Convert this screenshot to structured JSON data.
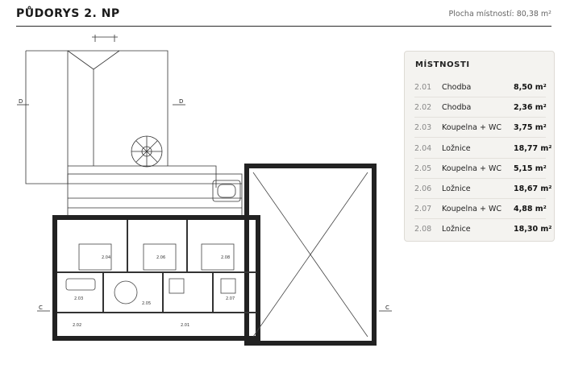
{
  "header": {
    "title": "PŮDORYS 2. NP",
    "area_summary": "Plocha místností: 80,38 m²"
  },
  "panel": {
    "title": "MÍSTNOSTI",
    "rooms": [
      {
        "num": "2.01",
        "name": "Chodba",
        "area": "8,50 m²"
      },
      {
        "num": "2.02",
        "name": "Chodba",
        "area": "2,36 m²"
      },
      {
        "num": "2.03",
        "name": "Koupelna + WC",
        "area": "3,75 m²"
      },
      {
        "num": "2.04",
        "name": "Ložnice",
        "area": "18,77 m²"
      },
      {
        "num": "2.05",
        "name": "Koupelna + WC",
        "area": "5,15 m²"
      },
      {
        "num": "2.06",
        "name": "Ložnice",
        "area": "18,67 m²"
      },
      {
        "num": "2.07",
        "name": "Koupelna + WC",
        "area": "4,88 m²"
      },
      {
        "num": "2.08",
        "name": "Ložnice",
        "area": "18,30 m²"
      }
    ]
  },
  "plan": {
    "section_marks": [
      "D",
      "D",
      "C",
      "C"
    ],
    "room_labels": [
      "2.04",
      "2.06",
      "2.08",
      "2.03",
      "2.05",
      "2.07",
      "2.01",
      "2.02"
    ]
  }
}
